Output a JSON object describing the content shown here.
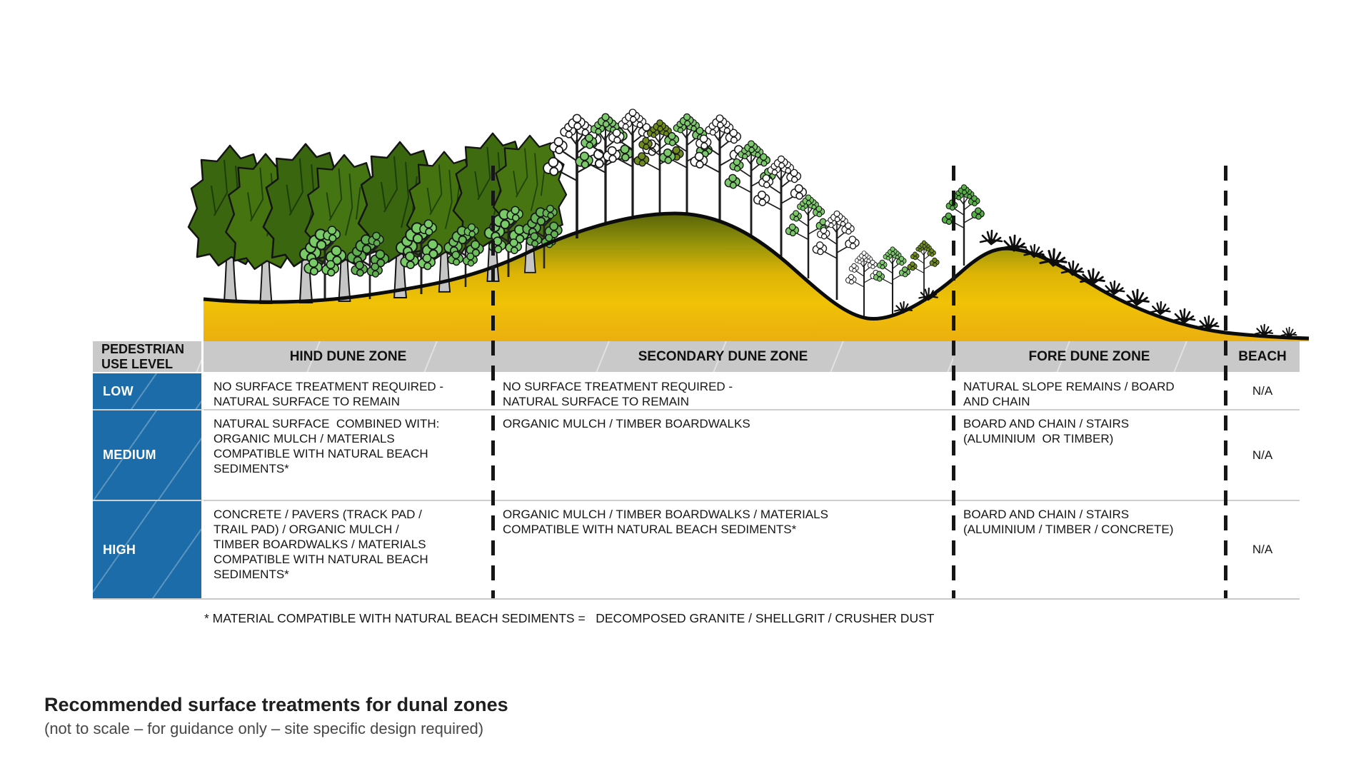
{
  "colors": {
    "level_cell_blue": "#1B6CA8",
    "header_gray": "#C9C9C9",
    "dune_gold": "#EFC107",
    "dune_olive": "#4A5A08",
    "foliage_dark_green": "#3A660F",
    "foliage_light_green": "#7CC96B",
    "divider_black": "#161616"
  },
  "table": {
    "corner_header": "PEDESTRIAN\nUSE LEVEL",
    "zone_headers": [
      "HIND DUNE ZONE",
      "SECONDARY DUNE ZONE",
      "FORE DUNE ZONE",
      "BEACH"
    ],
    "rows": [
      {
        "level": "LOW",
        "hind": "NO SURFACE TREATMENT REQUIRED -\nNATURAL SURFACE TO REMAIN",
        "secondary": "NO SURFACE TREATMENT REQUIRED -\nNATURAL SURFACE TO REMAIN",
        "fore": "NATURAL SLOPE REMAINS / BOARD\nAND CHAIN",
        "beach": "N/A"
      },
      {
        "level": "MEDIUM",
        "hind": "NATURAL SURFACE  COMBINED WITH:\nORGANIC MULCH / MATERIALS\nCOMPATIBLE WITH NATURAL BEACH\nSEDIMENTS*",
        "secondary": "ORGANIC MULCH / TIMBER BOARDWALKS",
        "fore": "BOARD AND CHAIN / STAIRS\n(ALUMINIUM  OR TIMBER)",
        "beach": "N/A"
      },
      {
        "level": "HIGH",
        "hind": "CONCRETE / PAVERS (TRACK PAD /\nTRAIL PAD) / ORGANIC MULCH /\nTIMBER BOARDWALKS / MATERIALS\nCOMPATIBLE WITH NATURAL BEACH\nSEDIMENTS*",
        "secondary": "ORGANIC MULCH / TIMBER BOARDWALKS / MATERIALS\nCOMPATIBLE WITH NATURAL BEACH SEDIMENTS*",
        "fore": "BOARD AND CHAIN / STAIRS\n(ALUMINIUM / TIMBER / CONCRETE)",
        "beach": "N/A"
      }
    ]
  },
  "footnote": "* MATERIAL COMPATIBLE WITH NATURAL BEACH SEDIMENTS =   DECOMPOSED GRANITE / SHELLGRIT / CRUSHER DUST",
  "caption": {
    "title": "Recommended surface treatments for dunal zones",
    "subtitle": "(not to scale – for guidance only – site specific design required)"
  }
}
